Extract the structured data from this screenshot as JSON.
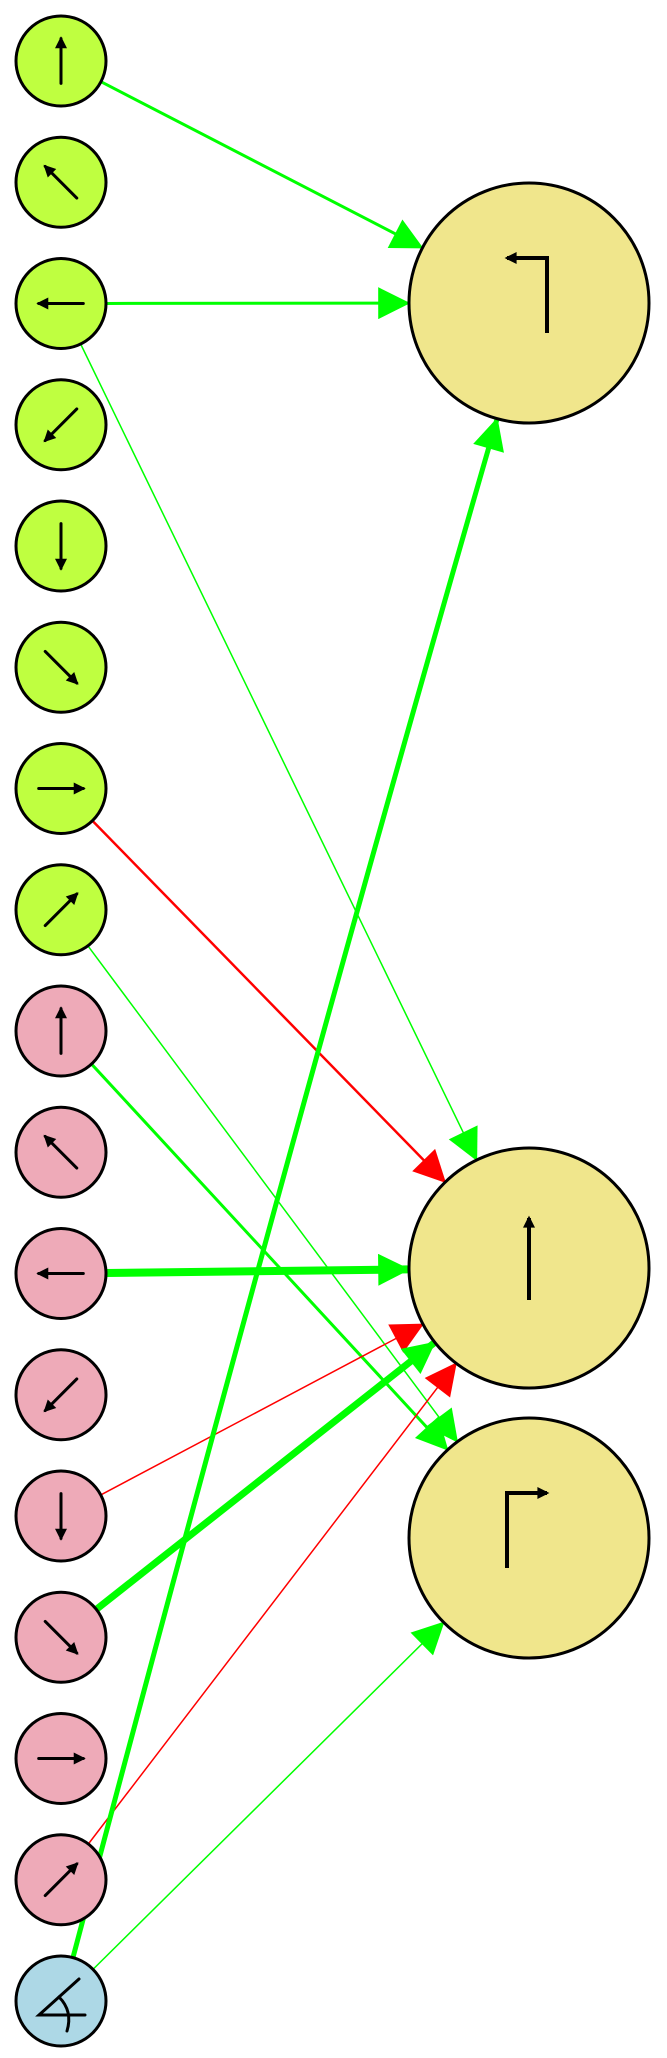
{
  "colors": {
    "background": "#ffffff",
    "input_group_a": "#bfff40",
    "input_group_b": "#eeaab8",
    "input_special": "#add8e6",
    "output_node": "#f0e68c",
    "edge_positive": "#00ff00",
    "edge_negative": "#ff0000",
    "stroke": "#000000"
  },
  "input_nodes": [
    {
      "id": "a-up",
      "group": "a",
      "icon": "arrow-up-icon"
    },
    {
      "id": "a-up-left",
      "group": "a",
      "icon": "arrow-up-left-icon"
    },
    {
      "id": "a-left",
      "group": "a",
      "icon": "arrow-left-icon"
    },
    {
      "id": "a-down-left",
      "group": "a",
      "icon": "arrow-down-left-icon"
    },
    {
      "id": "a-down",
      "group": "a",
      "icon": "arrow-down-icon"
    },
    {
      "id": "a-down-right",
      "group": "a",
      "icon": "arrow-down-right-icon"
    },
    {
      "id": "a-right",
      "group": "a",
      "icon": "arrow-right-icon"
    },
    {
      "id": "a-up-right",
      "group": "a",
      "icon": "arrow-up-right-icon"
    },
    {
      "id": "b-up",
      "group": "b",
      "icon": "arrow-up-icon"
    },
    {
      "id": "b-up-left",
      "group": "b",
      "icon": "arrow-up-left-icon"
    },
    {
      "id": "b-left",
      "group": "b",
      "icon": "arrow-left-icon"
    },
    {
      "id": "b-down-left",
      "group": "b",
      "icon": "arrow-down-left-icon"
    },
    {
      "id": "b-down",
      "group": "b",
      "icon": "arrow-down-icon"
    },
    {
      "id": "b-down-right",
      "group": "b",
      "icon": "arrow-down-right-icon"
    },
    {
      "id": "b-right",
      "group": "b",
      "icon": "arrow-right-icon"
    },
    {
      "id": "b-up-right",
      "group": "b",
      "icon": "arrow-up-right-icon"
    },
    {
      "id": "special-angle",
      "group": "special",
      "icon": "angle-icon"
    }
  ],
  "output_nodes": [
    {
      "id": "out-turn-left",
      "icon": "turn-left-icon"
    },
    {
      "id": "out-forward",
      "icon": "forward-icon"
    },
    {
      "id": "out-turn-right",
      "icon": "turn-right-icon"
    }
  ],
  "edges": [
    {
      "from": "a-up",
      "to": "out-turn-left",
      "sign": "positive",
      "weight": 3
    },
    {
      "from": "a-left",
      "to": "out-turn-left",
      "sign": "positive",
      "weight": 3
    },
    {
      "from": "a-left",
      "to": "out-forward",
      "sign": "positive",
      "weight": 1.5
    },
    {
      "from": "a-right",
      "to": "out-forward",
      "sign": "negative",
      "weight": 2.5
    },
    {
      "from": "a-up-right",
      "to": "out-turn-right",
      "sign": "positive",
      "weight": 1.5
    },
    {
      "from": "b-up",
      "to": "out-turn-right",
      "sign": "positive",
      "weight": 3
    },
    {
      "from": "b-left",
      "to": "out-forward",
      "sign": "positive",
      "weight": 8
    },
    {
      "from": "b-down",
      "to": "out-forward",
      "sign": "negative",
      "weight": 1.5
    },
    {
      "from": "b-down-right",
      "to": "out-forward",
      "sign": "positive",
      "weight": 7
    },
    {
      "from": "b-up-right",
      "to": "out-forward",
      "sign": "negative",
      "weight": 1.5
    },
    {
      "from": "special-angle",
      "to": "out-turn-left",
      "sign": "positive",
      "weight": 5
    },
    {
      "from": "special-angle",
      "to": "out-turn-right",
      "sign": "positive",
      "weight": 1.5
    }
  ]
}
